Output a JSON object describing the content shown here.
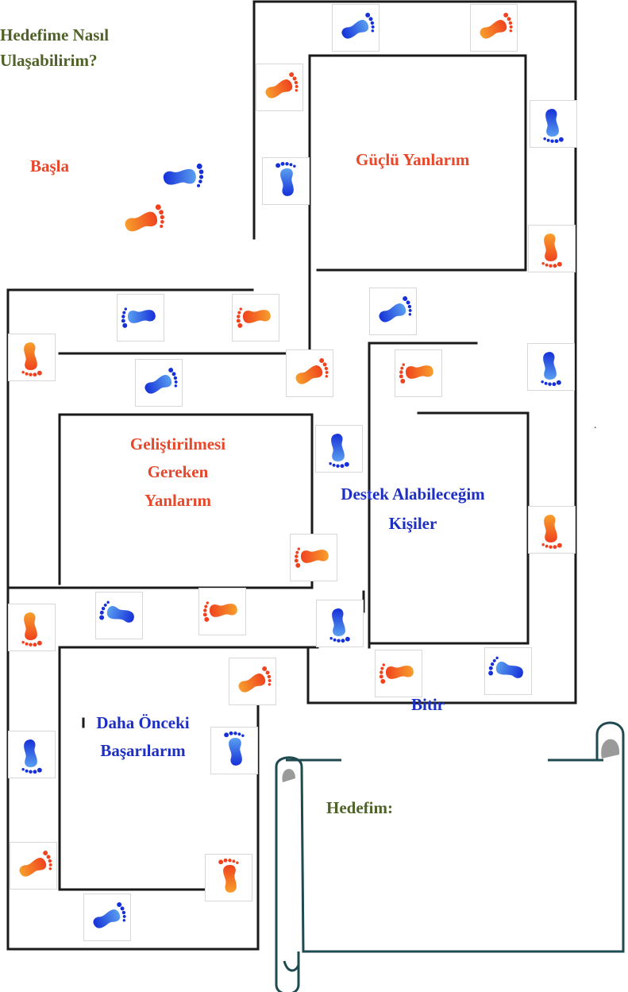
{
  "header": {
    "title_line1": "Hedefime Nasıl",
    "title_line2": "Ulaşabilirim?"
  },
  "start_label": "Başla",
  "finish_label": "Bitir",
  "sections": {
    "strengths": "Güçlü Yanlarım",
    "to_improve": [
      "Geliştirilmesi",
      "Gereken",
      "Yanlarım"
    ],
    "support": [
      "Destek Alabileceğim",
      "Kişiler"
    ],
    "achievements": [
      "Daha Önceki",
      "Başarılarım"
    ]
  },
  "goal_scroll": {
    "label": "Hedefim:"
  },
  "colors": {
    "title_green": "#4f6228",
    "label_red": "#e8472a",
    "label_blue": "#1d2fc2",
    "foot_red": "#f0421e",
    "foot_orange": "#f7a02c",
    "foot_blue": "#1530d8",
    "foot_lightblue": "#5aa0f0",
    "scroll_line": "#1f4a50",
    "scroll_curl": "#9a9a9a"
  },
  "icons": [
    "orange-footprint-icon",
    "blue-footprint-icon"
  ]
}
